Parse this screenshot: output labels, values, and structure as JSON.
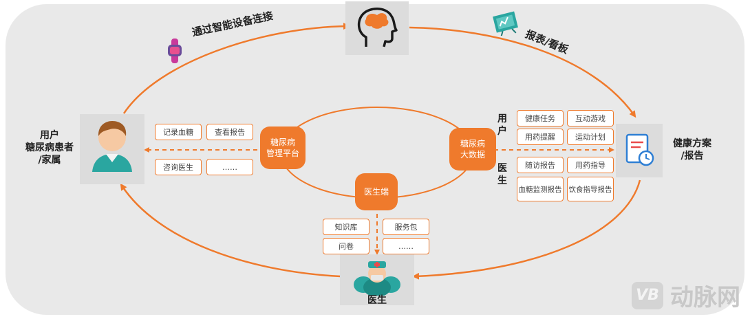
{
  "nodes": {
    "user": {
      "label": "用户\n糖尿病患者\n/家属"
    },
    "doctor": {
      "label": "医生"
    },
    "plan": {
      "label": "健康方案\n/报告"
    }
  },
  "arcs": {
    "top_left": "通过智能设备连接",
    "top_right": "报表/看板"
  },
  "centers": {
    "platform": "糖尿病\n管理平台",
    "bigdata": "糖尿病\n大数据",
    "doctor_end": "医生端"
  },
  "left_tags": [
    "记录血糖",
    "查看报告",
    "咨询医生",
    "……"
  ],
  "bottom_tags": [
    "知识库",
    "服务包",
    "问卷",
    "……"
  ],
  "right_group": {
    "user_label": "用户",
    "doctor_label": "医生",
    "user_tags": [
      "健康任务",
      "互动游戏",
      "用药提醒",
      "运动计划"
    ],
    "doctor_tags": [
      "随访报告",
      "用药指导",
      "血糖监测报告",
      "饮食指导报告"
    ]
  },
  "watermark": "动脉网",
  "watermark_logo": "VB",
  "colors": {
    "accent": "#ef7a2c",
    "panel": "#e9e9e9",
    "tile": "#dcdcdc",
    "teal": "#2aa6a0"
  },
  "icons": [
    "brain-head-icon",
    "wristband-icon",
    "dashboard-board-icon",
    "patient-avatar-icon",
    "doctor-group-icon",
    "report-clock-icon"
  ]
}
